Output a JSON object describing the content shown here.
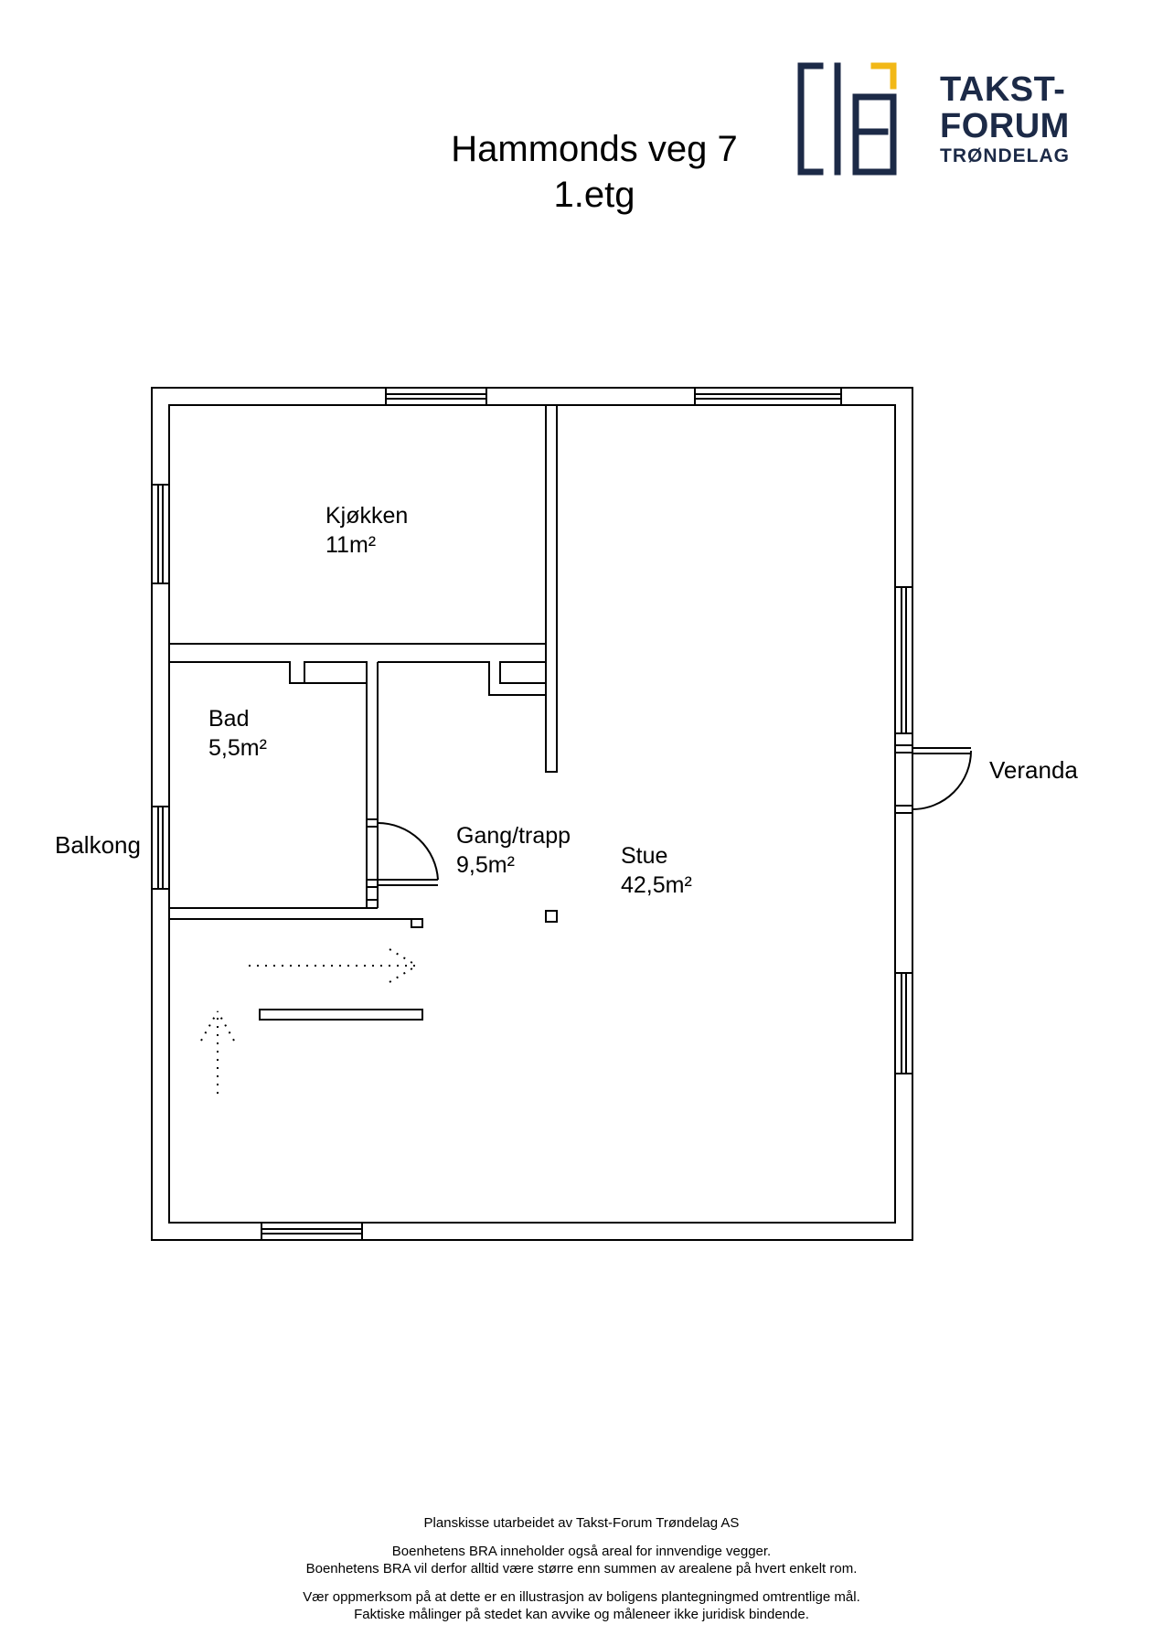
{
  "header": {
    "title_line1": "Hammonds veg 7",
    "title_line2": "1.etg"
  },
  "logo": {
    "line1": "TAKST-",
    "line2": "FORUM",
    "line3": "TRØNDELAG",
    "colors": {
      "navy": "#1c2a47",
      "gold": "#f2b817"
    }
  },
  "rooms": {
    "kjokken": {
      "name": "Kjøkken",
      "area": "11m²"
    },
    "bad": {
      "name": "Bad",
      "area": "5,5m²"
    },
    "gang": {
      "name": "Gang/trapp",
      "area": "9,5m²"
    },
    "stue": {
      "name": "Stue",
      "area": "42,5m²"
    }
  },
  "outside": {
    "balkong": "Balkong",
    "veranda": "Veranda"
  },
  "footer": {
    "line1": "Planskisse utarbeidet av Takst-Forum Trøndelag AS",
    "line2": "Boenhetens BRA inneholder også areal for innvendige vegger.",
    "line3": "Boenhetens BRA vil derfor alltid være større enn summen av arealene på hvert enkelt rom.",
    "line4": "Vær oppmerksom på at dette er en illustrasjon av boligens plantegningmed omtrentlige mål.",
    "line5": "Faktiske målinger på stedet kan avvike og måleneer ikke juridisk bindende."
  }
}
